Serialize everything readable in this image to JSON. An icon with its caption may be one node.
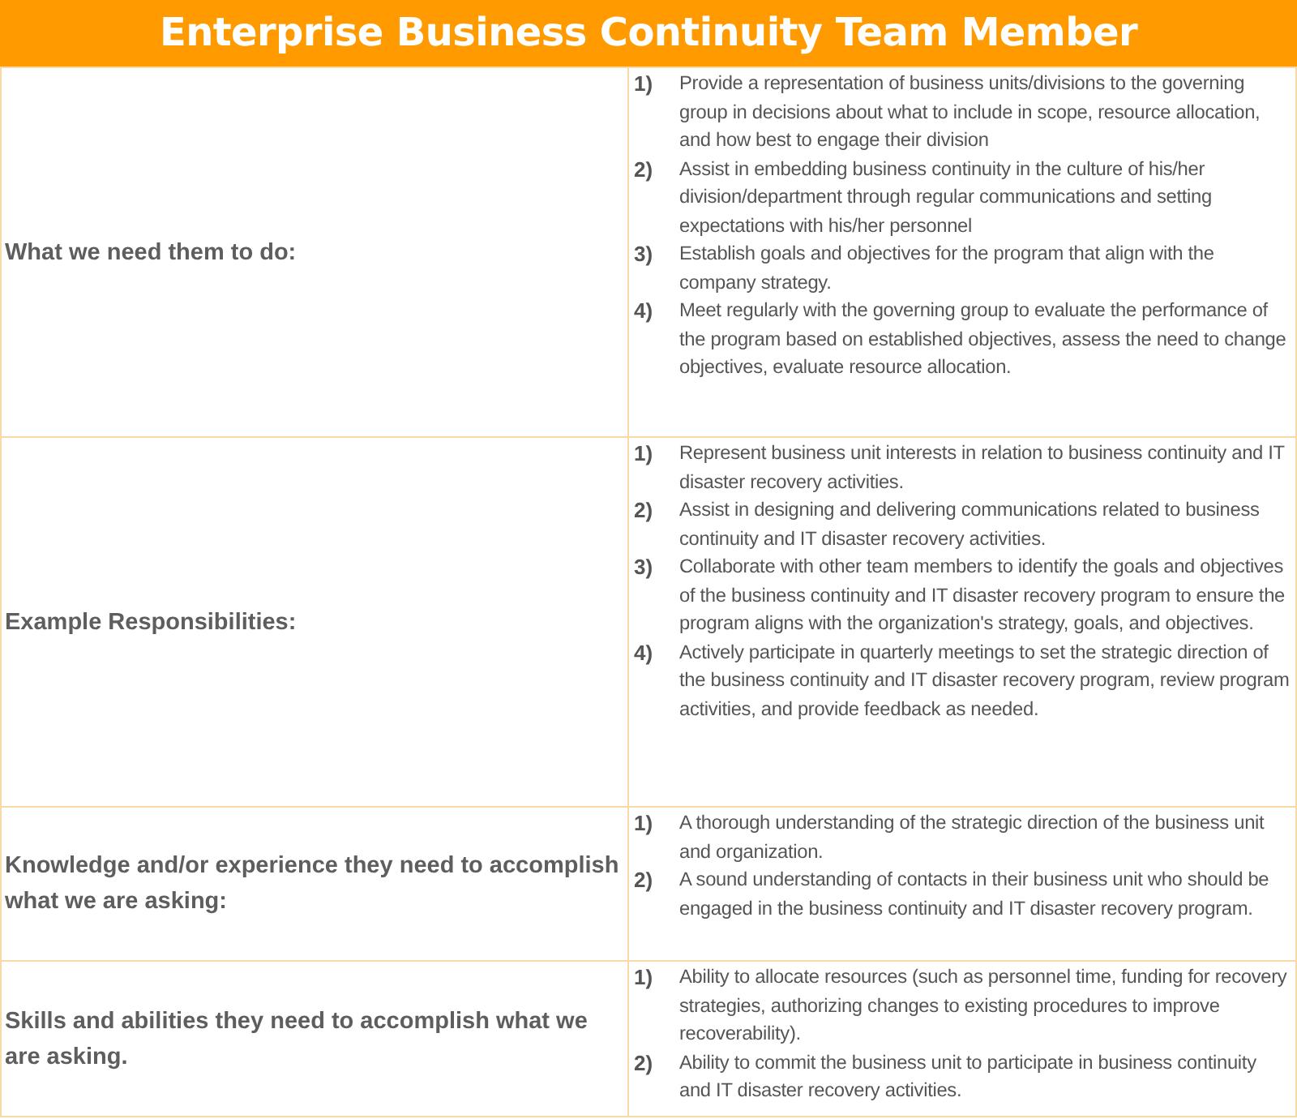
{
  "diagram": {
    "title": "Enterprise Business Continuity Team Member",
    "labels": [
      "What we need them to do:",
      "1)",
      "Provide a representation of business units/divisions to the governing group in decisions about what to include in scope, resource allocation, and how best to engage their division",
      "2)",
      "Assist in embedding business continuity in the culture of his/her division/department through regular communications and setting expectations with his/her personnel",
      "3)",
      "Establish goals and objectives for the program that align with the company strategy.",
      "4)",
      "Meet regularly with the governing group to evaluate the performance of the program based on established objectives, assess the need to change objectives, evaluate resource allocation.",
      "Example Responsibilities:",
      "1)",
      "Represent business unit interests in relation to business continuity and IT disaster recovery activities.",
      "2)",
      "Assist in designing and delivering communications related to business continuity and IT disaster recovery activities.",
      "3)",
      "Collaborate with other team members to identify the goals and objectives of the business continuity and IT disaster recovery program to ensure the program aligns with the organization's strategy, goals, and objectives.",
      "4)",
      "Actively participate in quarterly meetings to set the strategic direction of the business continuity and IT disaster recovery program, review program activities, and provide feedback as needed.",
      "Knowledge and/or experience they need to accomplish what we are asking:",
      "1)",
      "A thorough understanding of the strategic direction of the business unit and organization.",
      "2)",
      "A sound understanding of contacts in their business unit who should be engaged in the business continuity and IT disaster recovery program.",
      "Skills and abilities they need to accomplish what we are asking.",
      "1)",
      "Ability to allocate resources (such as personnel time, funding for recovery strategies, authorizing changes to existing procedures to improve recoverability).",
      "2)",
      "Ability to commit the business unit to participate in business continuity and IT disaster recovery activities."
    ]
  }
}
